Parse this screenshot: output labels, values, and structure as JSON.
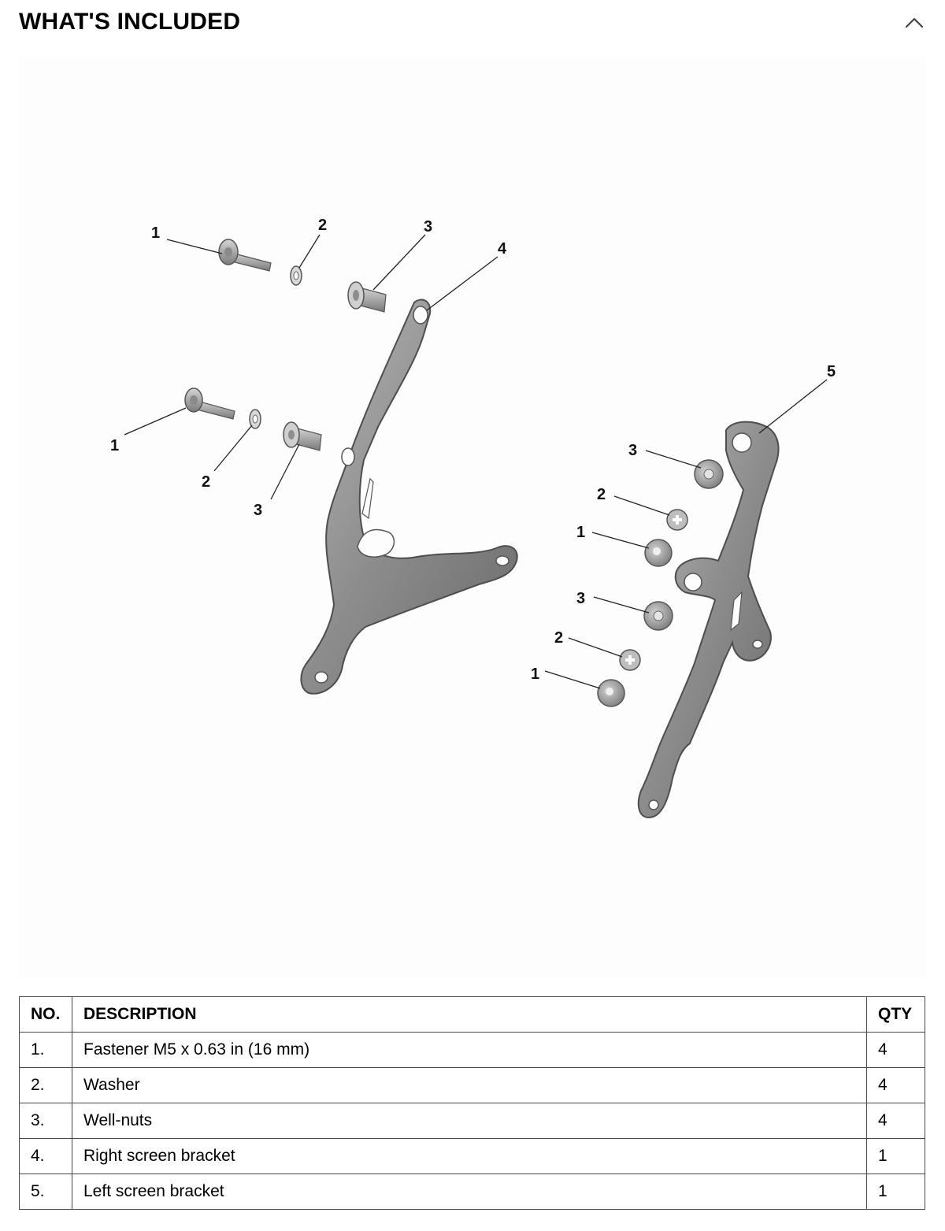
{
  "header": {
    "title": "WHAT'S INCLUDED"
  },
  "diagram": {
    "callouts": {
      "c1a": "1",
      "c2a": "2",
      "c3a": "3",
      "c4": "4",
      "c1b": "1",
      "c2b": "2",
      "c3b": "3",
      "c5": "5",
      "c3c": "3",
      "c2c": "2",
      "c1c": "1",
      "c3d": "3",
      "c2d": "2",
      "c1d": "1"
    }
  },
  "table": {
    "headers": {
      "no": "NO.",
      "description": "DESCRIPTION",
      "qty": "QTY"
    },
    "rows": [
      {
        "no": "1.",
        "description": "Fastener M5 x 0.63 in (16 mm)",
        "qty": "4"
      },
      {
        "no": "2.",
        "description": "Washer",
        "qty": "4"
      },
      {
        "no": "3.",
        "description": "Well-nuts",
        "qty": "4"
      },
      {
        "no": "4.",
        "description": "Right screen bracket",
        "qty": "1"
      },
      {
        "no": "5.",
        "description": "Left screen bracket",
        "qty": "1"
      }
    ]
  },
  "colors": {
    "part_fill": "#8e8e8e",
    "part_dark": "#5f5f5f",
    "part_light": "#c4c4c4",
    "table_border": "#4a4a4a"
  },
  "icons": {
    "collapse": "chevron-up-icon"
  }
}
